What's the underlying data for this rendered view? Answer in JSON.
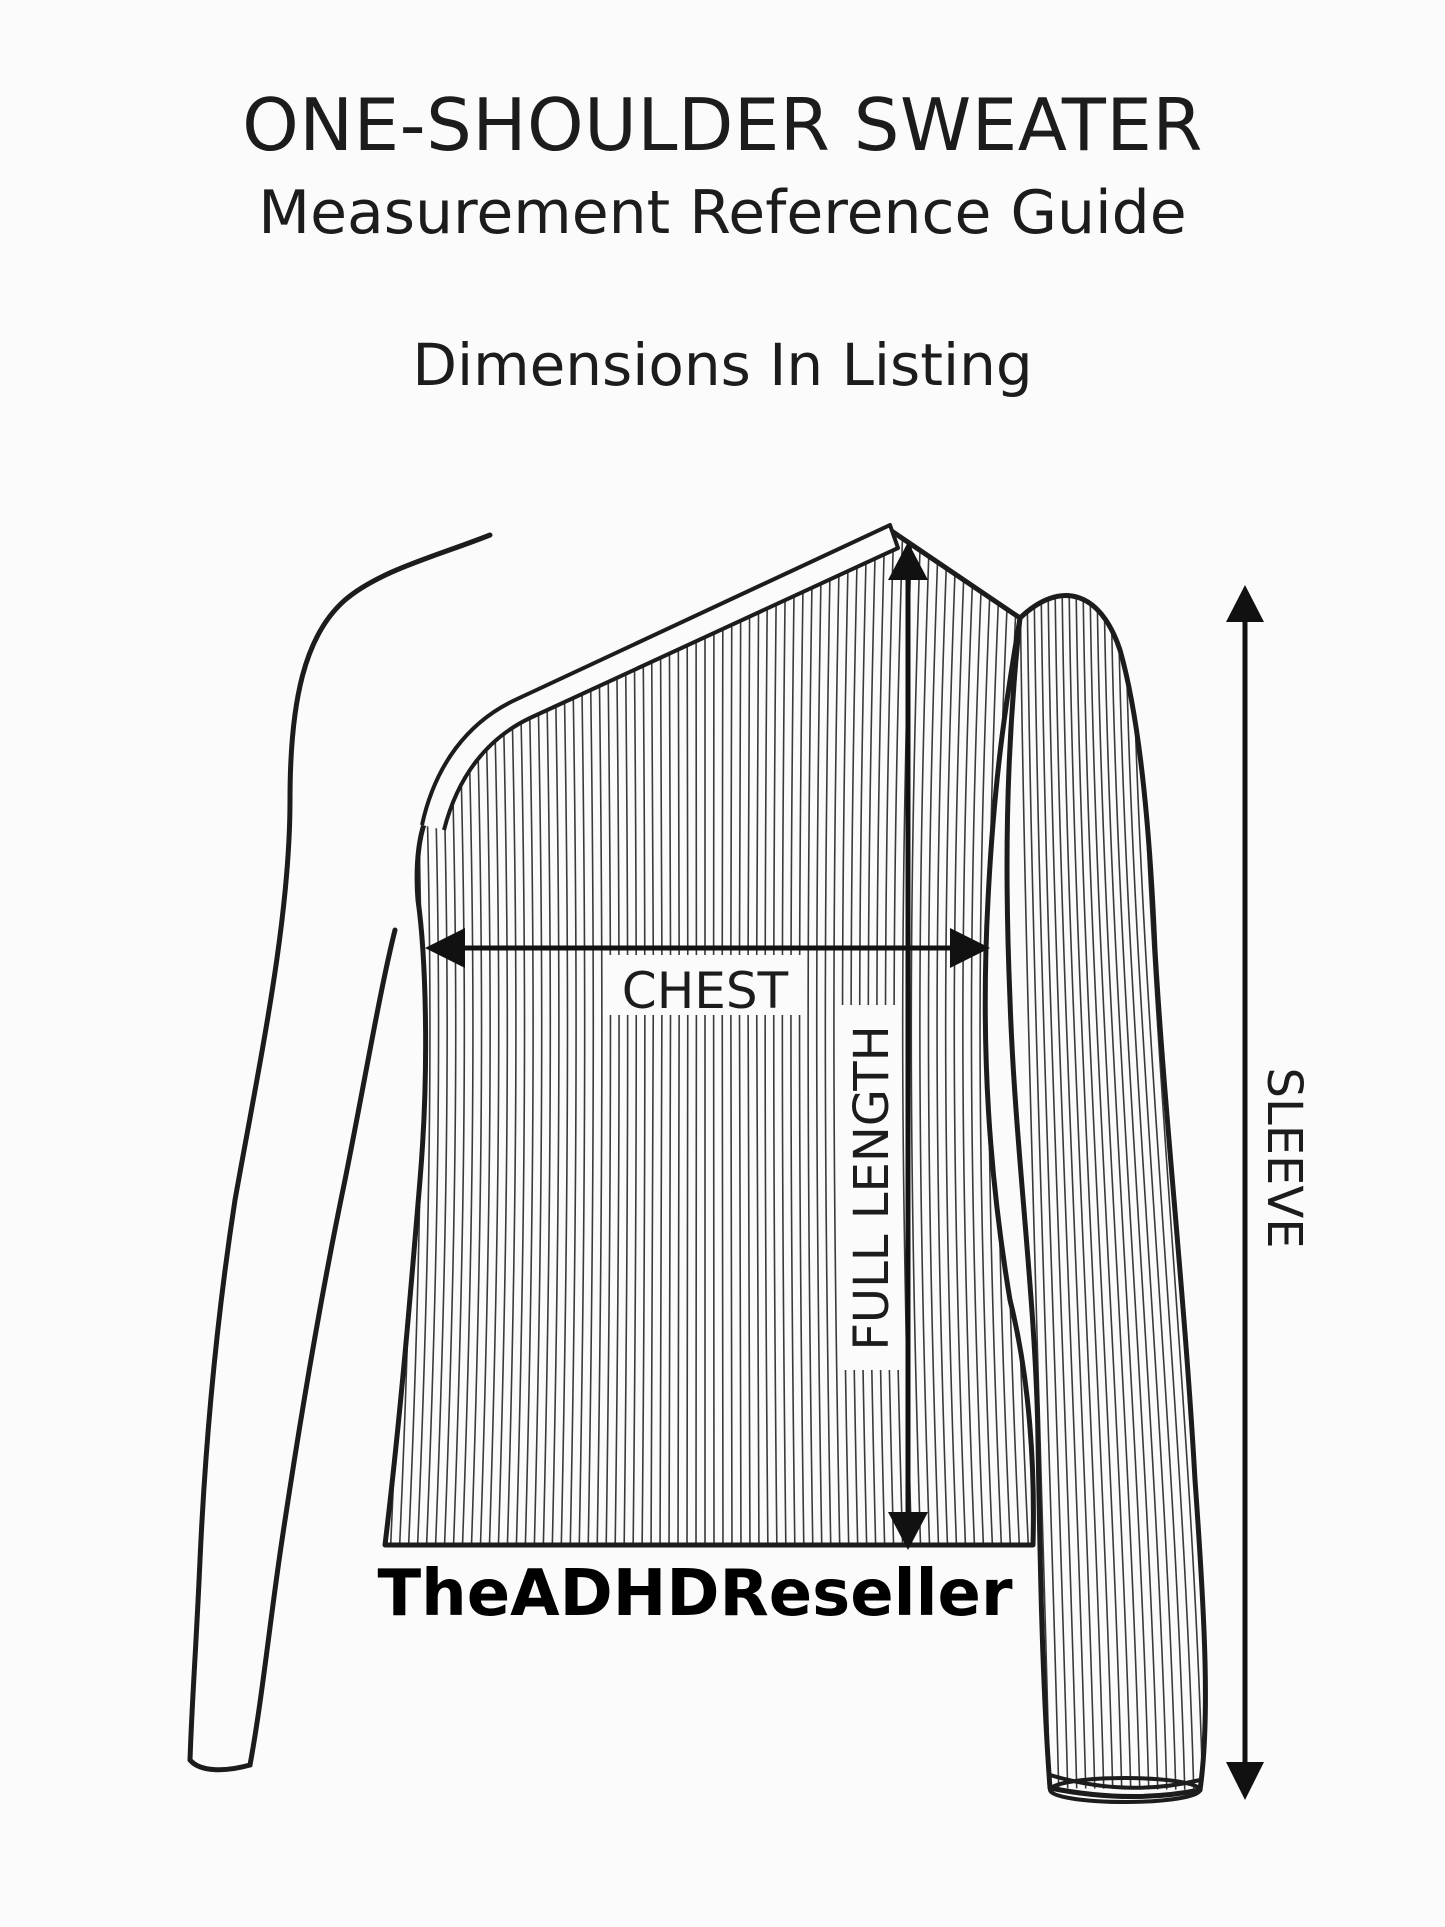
{
  "header": {
    "title": "ONE-SHOULDER SWEATER",
    "subtitle": "Measurement Reference Guide",
    "note": "Dimensions In Listing"
  },
  "measurements": {
    "chest": "CHEST",
    "full_length": "FULL LENGTH",
    "sleeve": "SLEEVE"
  },
  "watermark": "TheADHDReseller",
  "colors": {
    "ink": "#1c1c1c",
    "background": "#fbfbfb"
  }
}
